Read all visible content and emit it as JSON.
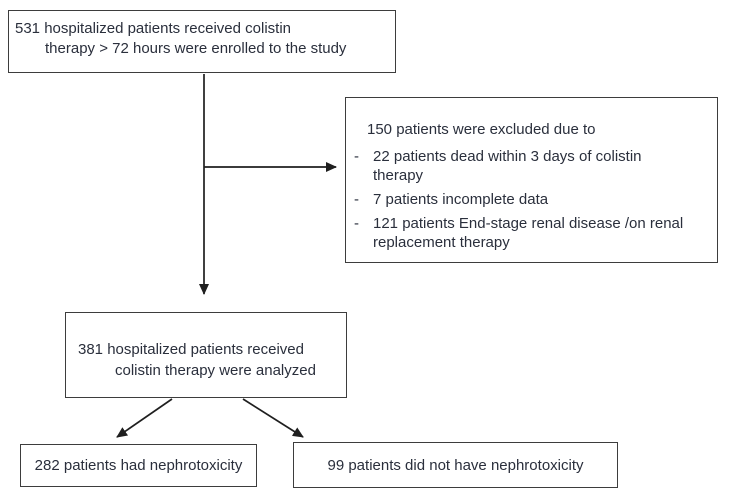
{
  "flowchart": {
    "boxes": {
      "enrolled": {
        "line1": "531 hospitalized patients received colistin",
        "line2": "therapy > 72 hours were enrolled to the study"
      },
      "excluded": {
        "header": "150 patients were excluded due to",
        "bullet_char": "-",
        "items": [
          "22 patients dead within 3 days of colistin therapy",
          "7 patients incomplete data",
          "121 patients End-stage renal disease /on renal replacement therapy"
        ]
      },
      "analyzed": {
        "line1": "381 hospitalized patients received",
        "line2": "colistin therapy were analyzed"
      },
      "nephrotoxicity": {
        "text": "282 patients had nephrotoxicity"
      },
      "no_nephrotoxicity": {
        "text": "99 patients did not have nephrotoxicity"
      }
    },
    "counts": {
      "enrolled": 531,
      "excluded_total": 150,
      "excluded_dead": 22,
      "excluded_incomplete_data": 7,
      "excluded_esrd": 121,
      "analyzed": 381,
      "nephrotoxicity": 282,
      "no_nephrotoxicity": 99
    },
    "colors": {
      "text": "#2a2f3c",
      "border": "#3d3d3d",
      "arrow": "#1f1f1f",
      "background": "#ffffff"
    }
  }
}
